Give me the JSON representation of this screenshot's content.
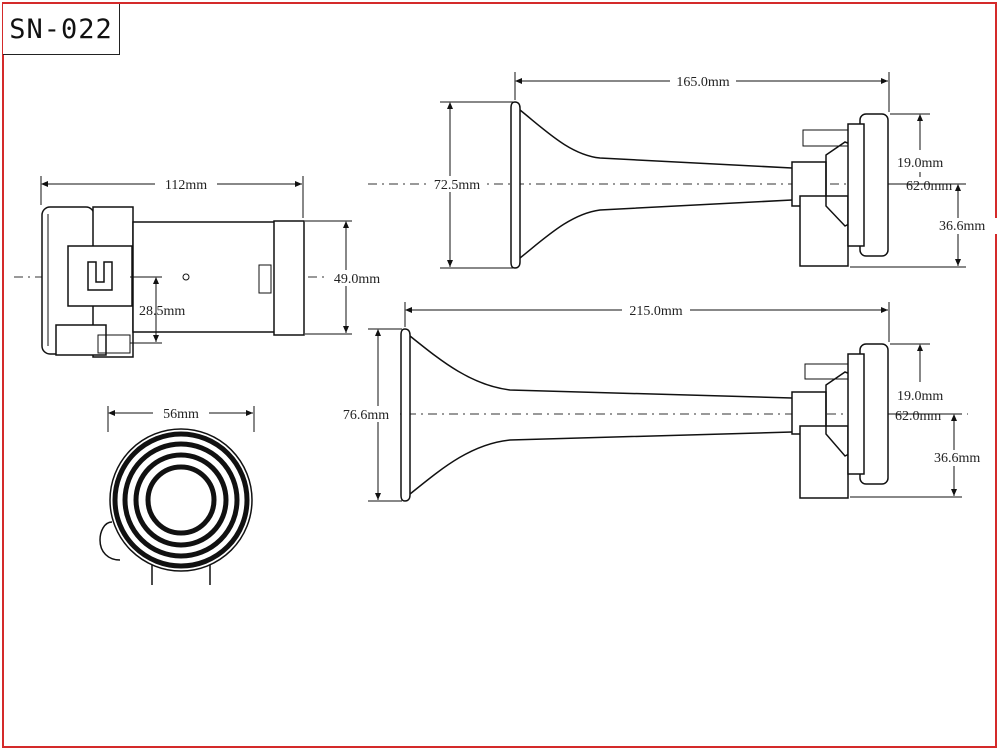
{
  "model_label": "SN-022",
  "colors": {
    "frame": "#d42a2a",
    "line": "#111111"
  },
  "side_view": {
    "length": "112mm",
    "height": "49.0mm",
    "offset": "28.5mm"
  },
  "end_view": {
    "diameter": "56mm"
  },
  "short_horn": {
    "length": "165.0mm",
    "bell_diameter": "72.5mm",
    "mount_width": "19.0mm",
    "flange_diameter": "62.0mm",
    "base_height": "36.6mm"
  },
  "long_horn": {
    "length": "215.0mm",
    "bell_diameter": "76.6mm",
    "mount_width": "19.0mm",
    "flange_diameter": "62.0mm",
    "base_height": "36.6mm"
  }
}
